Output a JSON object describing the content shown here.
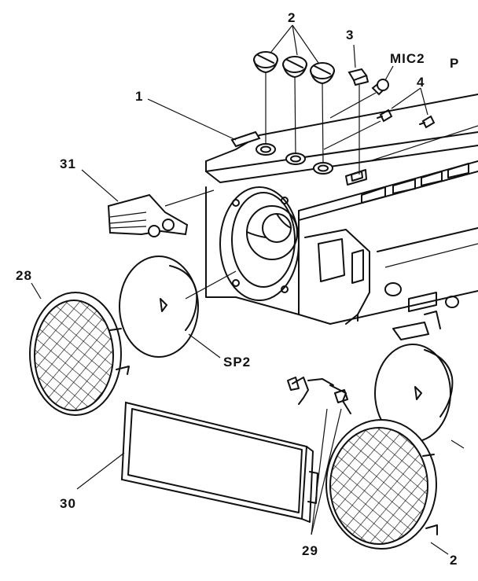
{
  "labels": {
    "knobs": "2",
    "switch_cap": "3",
    "mic": "MIC2",
    "p": "P",
    "screws": "4",
    "cabinet": "1",
    "lever": "31",
    "grill_left": "28",
    "speaker": "SP2",
    "spring": "29",
    "panel": "30",
    "grill_right": "2"
  }
}
